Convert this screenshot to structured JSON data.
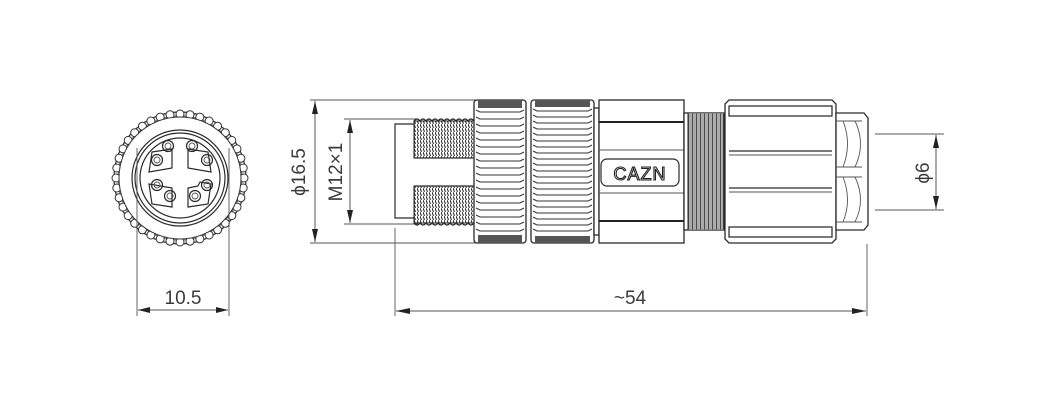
{
  "drawing": {
    "title": "M12 female connector, field-attachable, technical drawing",
    "brand_logo": "CAZN",
    "front_view": {
      "description": "Front face view with coupling nut and 8 contacts",
      "pin_count": 8,
      "width_dimension": "10.5"
    },
    "side_view": {
      "outer_diameter_dimension": "ϕ16.5",
      "thread_dimension": "M12×1",
      "overall_length_dimension": "~54",
      "cable_diameter_dimension": "ϕ6"
    }
  },
  "colors": {
    "line": "#2a2a2a",
    "dimension_line": "#555555",
    "background": "#ffffff"
  }
}
